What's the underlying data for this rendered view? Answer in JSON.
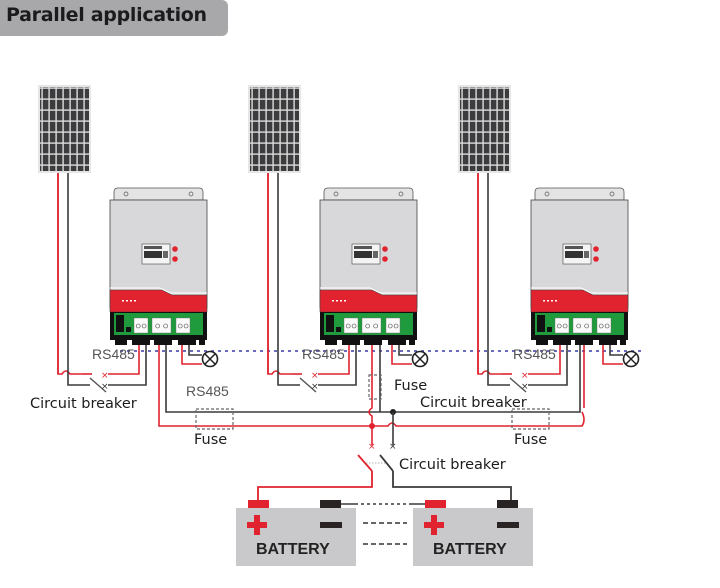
{
  "title": "Parallel application",
  "labels": {
    "rs485": "RS485",
    "circuit_breaker": "Circuit breaker",
    "fuse": "Fuse",
    "battery": "BATTERY"
  },
  "inverters": [
    {
      "id": "inverter-1",
      "rs485_label": "RS485",
      "breaker_label": "Circuit breaker",
      "fuse_label": "Fuse",
      "extra_rs485_label": "RS485"
    },
    {
      "id": "inverter-2",
      "rs485_label": "RS485",
      "fuse_label": "Fuse",
      "breaker_label": "Circuit breaker"
    },
    {
      "id": "inverter-3",
      "rs485_label": "RS485",
      "fuse_label": "Fuse"
    }
  ],
  "main_breaker_label": "Circuit breaker",
  "batteries": [
    {
      "label": "BATTERY",
      "positive": "+",
      "negative": "−"
    },
    {
      "label": "BATTERY",
      "positive": "+",
      "negative": "−"
    }
  ],
  "colors": {
    "positive_wire": "#e0232f",
    "negative_wire": "#3a3a3a",
    "rs485_line": "#3a3aa8",
    "inverter_body": "#d9d9db",
    "inverter_accent": "#e0232f",
    "terminal_board": "#1f9a3c",
    "battery_body": "#c9c9cb",
    "title_bg": "#a8a8aa"
  }
}
